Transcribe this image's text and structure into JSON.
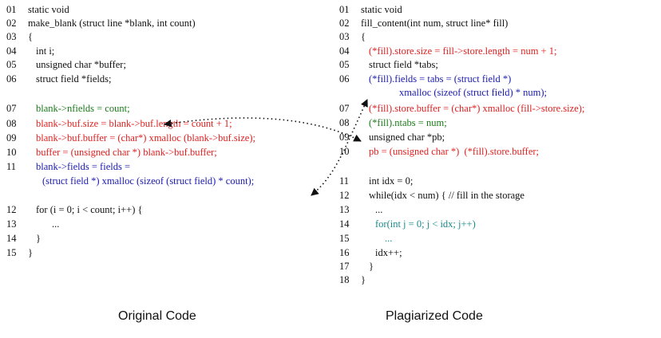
{
  "original": {
    "caption": "Original Code",
    "lines": [
      {
        "n": "01",
        "text": "static void",
        "color": "#111111",
        "indent": 0
      },
      {
        "n": "02",
        "text": "make_blank (struct line *blank, int count)",
        "color": "#111111",
        "indent": 0
      },
      {
        "n": "03",
        "text": "{",
        "color": "#111111",
        "indent": 0
      },
      {
        "n": "04",
        "text": "int i;",
        "color": "#111111",
        "indent": 1
      },
      {
        "n": "05",
        "text": "unsigned char *buffer;",
        "color": "#111111",
        "indent": 1
      },
      {
        "n": "06",
        "text": "struct field *fields;",
        "color": "#111111",
        "indent": 1
      },
      {
        "n": "07",
        "text": "blank->nfields = count;",
        "color": "#1a7a1a",
        "indent": 1
      },
      {
        "n": "08",
        "text": "blank->buf.size = blank->buf.length = count + 1;",
        "color": "#e02020",
        "indent": 1
      },
      {
        "n": "09",
        "text": "blank->buf.buffer = (char*) xmalloc (blank->buf.size);",
        "color": "#e02020",
        "indent": 1
      },
      {
        "n": "10",
        "text": "buffer = (unsigned char *) blank->buf.buffer;",
        "color": "#e02020",
        "indent": 1
      },
      {
        "n": "11",
        "text": "blank->fields = fields =",
        "color": "#1a1ab0",
        "indent": 1
      },
      {
        "n": "",
        "text": "(struct field *) xmalloc (sizeof (struct field) * count);",
        "color": "#1a1ab0",
        "indent": 2
      },
      {
        "n": "12",
        "text": "for (i = 0; i < count; i++) {",
        "color": "#111111",
        "indent": 1
      },
      {
        "n": "13",
        "text": "...",
        "color": "#111111",
        "indent": 3
      },
      {
        "n": "14",
        "text": "}",
        "color": "#111111",
        "indent": 1
      },
      {
        "n": "15",
        "text": "}",
        "color": "#111111",
        "indent": 0
      }
    ]
  },
  "plagiarized": {
    "caption": "Plagiarized Code",
    "lines": [
      {
        "n": "01",
        "text": "static void",
        "color": "#111111",
        "indent": 0
      },
      {
        "n": "02",
        "text": "fill_content(int num, struct line* fill)",
        "color": "#111111",
        "indent": 0
      },
      {
        "n": "03",
        "text": "{",
        "color": "#111111",
        "indent": 0
      },
      {
        "n": "04",
        "text": "(*fill).store.size = fill->store.length = num + 1;",
        "color": "#e02020",
        "indent": 1
      },
      {
        "n": "05",
        "text": "struct field *tabs;",
        "color": "#111111",
        "indent": 1
      },
      {
        "n": "06",
        "text": "(*fill).fields = tabs = (struct field *)",
        "color": "#1a1ab0",
        "indent": 1
      },
      {
        "n": "",
        "text": "xmalloc (sizeof (struct field) * num);",
        "color": "#1a1ab0",
        "indent": 4
      },
      {
        "n": "07",
        "text": "(*fill).store.buffer = (char*) xmalloc (fill->store.size);",
        "color": "#e02020",
        "indent": 1
      },
      {
        "n": "08",
        "text": "(*fill).ntabs = num;",
        "color": "#1a7a1a",
        "indent": 1
      },
      {
        "n": "09",
        "text": "unsigned char *pb;",
        "color": "#111111",
        "indent": 1
      },
      {
        "n": "10",
        "text": "pb = (unsigned char *)  (*fill).store.buffer;",
        "color": "#e02020",
        "indent": 1
      },
      {
        "n": "11",
        "text": "int idx = 0;",
        "color": "#111111",
        "indent": 1
      },
      {
        "n": "12",
        "text": "while(idx < num) { // fill in the storage",
        "color": "#111111",
        "indent": 1
      },
      {
        "n": "13",
        "text": "...",
        "color": "#111111",
        "indent": 2
      },
      {
        "n": "14",
        "text": "for(int j = 0; j < idx; j++)",
        "color": "#1a8a8a",
        "indent": 2
      },
      {
        "n": "15",
        "text": "...",
        "color": "#1a8a8a",
        "indent": 3
      },
      {
        "n": "16",
        "text": "idx++;",
        "color": "#111111",
        "indent": 2
      },
      {
        "n": "17",
        "text": "}",
        "color": "#111111",
        "indent": 1
      },
      {
        "n": "18",
        "text": "}",
        "color": "#111111",
        "indent": 0
      }
    ]
  }
}
